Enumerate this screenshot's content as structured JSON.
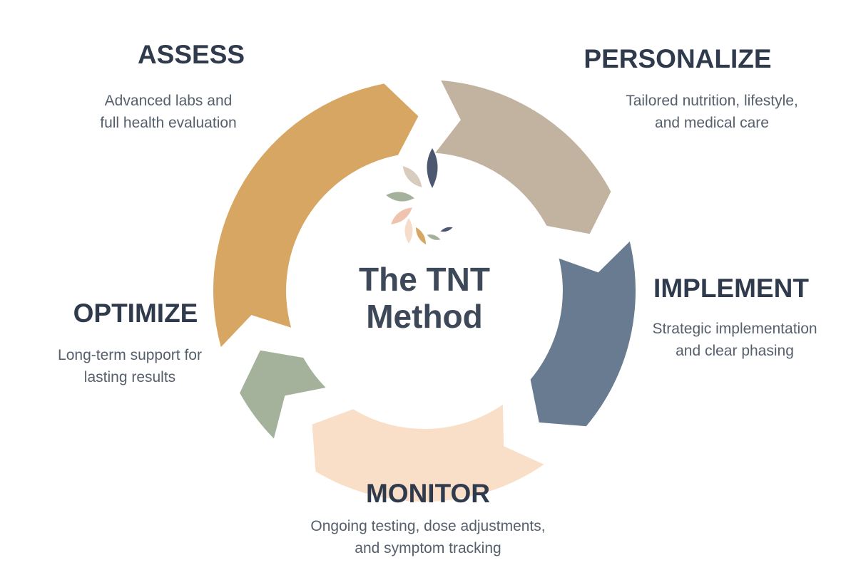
{
  "diagram": {
    "center_title_line1": "The TNT",
    "center_title_line2": "Method",
    "colors": {
      "assess": "#d7a663",
      "personalize": "#c2b3a1",
      "implement": "#687b91",
      "monitor": "#fadfc8",
      "optimize": "#a5b29b",
      "text_dark": "#2f3a4d",
      "text_body": "#565f6c"
    },
    "stages": [
      {
        "id": "assess",
        "title": "ASSESS",
        "desc_line1": "Advanced labs and",
        "desc_line2": "full health evaluation"
      },
      {
        "id": "personalize",
        "title": "PERSONALIZE",
        "desc_line1": "Tailored nutrition, lifestyle,",
        "desc_line2": "and medical care"
      },
      {
        "id": "implement",
        "title": "IMPLEMENT",
        "desc_line1": "Strategic implementation",
        "desc_line2": "and clear phasing"
      },
      {
        "id": "monitor",
        "title": "MONITOR",
        "desc_line1": "Ongoing testing, dose adjustments,",
        "desc_line2": "and symptom tracking"
      },
      {
        "id": "optimize",
        "title": "OPTIMIZE",
        "desc_line1": "Long-term support for",
        "desc_line2": "lasting results"
      }
    ],
    "logo_icon": "leaf-burst-icon"
  }
}
